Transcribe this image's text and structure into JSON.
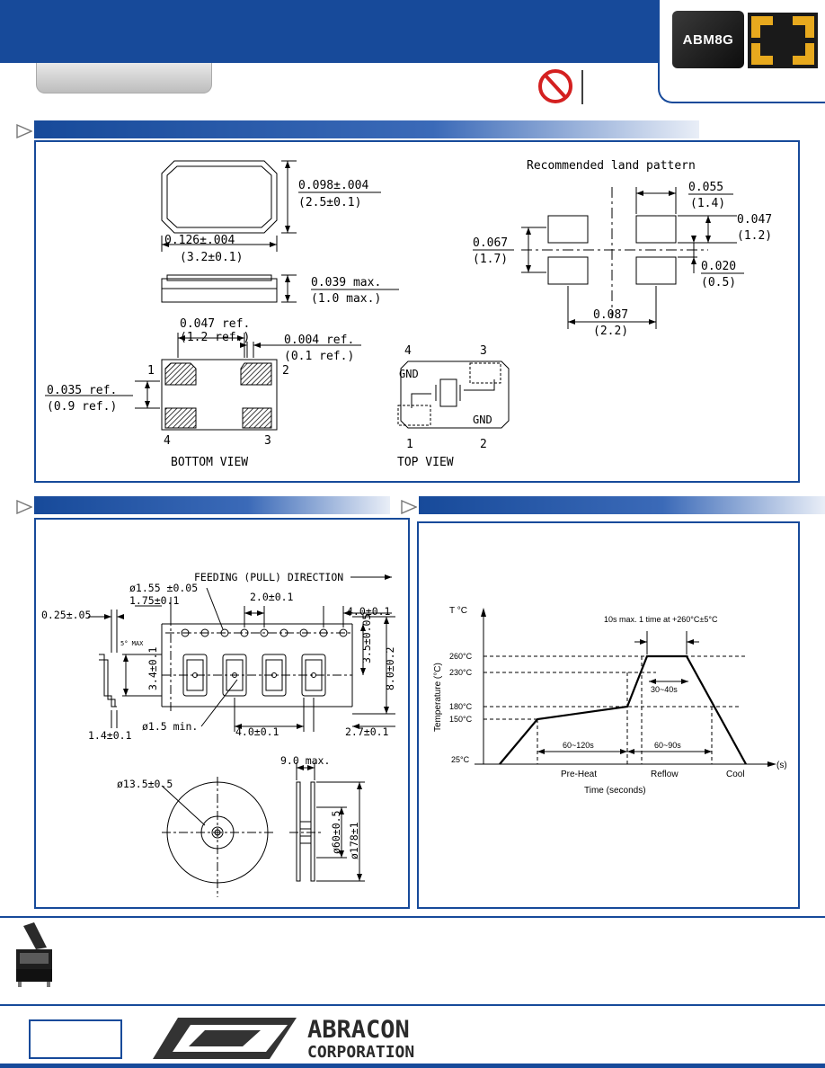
{
  "product": {
    "name": "ABM8G"
  },
  "outline": {
    "width_in": "0.126±.004",
    "width_mm": "(3.2±0.1)",
    "length_in": "0.098±.004",
    "length_mm": "(2.5±0.1)",
    "height_in": "0.039 max.",
    "height_mm": "(1.0 max.)",
    "pad_in": "0.047 ref.",
    "pad_mm": "(1.2 ref.)",
    "gap_in": "0.004 ref.",
    "gap_mm": "(0.1 ref.)",
    "pitch_in": "0.035 ref.",
    "pitch_mm": "(0.9 ref.)",
    "pin1": "1",
    "pin2": "2",
    "pin3": "3",
    "pin4": "4",
    "bottom_view": "BOTTOM VIEW",
    "top_view": "TOP VIEW",
    "gnd": "GND"
  },
  "land_pattern": {
    "title": "Recommended land pattern",
    "d1_in": "0.055",
    "d1_mm": "(1.4)",
    "d2_in": "0.047",
    "d2_mm": "(1.2)",
    "d3_in": "0.067",
    "d3_mm": "(1.7)",
    "d4_in": "0.020",
    "d4_mm": "(0.5)",
    "d5_in": "0.087",
    "d5_mm": "(2.2)"
  },
  "tape": {
    "feed": "FEEDING (PULL) DIRECTION",
    "hole_dia": "ø1.55 ±0.05",
    "edge": "1.75±0.1",
    "pitch2": "2.0±0.1",
    "pitch4_top": "4.0±0.1",
    "thick": "0.25±.05",
    "angle": "5° MAX",
    "pocket": "3.4±0.1",
    "pocket_w": "3.5±0.05",
    "tape_w": "8.0±0.2",
    "t1": "1.4±0.1",
    "min_hole": "ø1.5 min.",
    "pitch4_bot": "4.0±0.1",
    "p27": "2.7±0.1",
    "reel_width": "9.0 max.",
    "hub": "ø13.5±0.5",
    "core": "ø60±0.5",
    "reel": "ø178±1"
  },
  "reflow": {
    "y_axis_unit": "T °C",
    "y_label": "Temperature (°C)",
    "peak_note": "10s max. 1 time at +260°C±5°C",
    "t260": "260°C",
    "t230": "230°C",
    "t180": "180°C",
    "t150": "150°C",
    "t25": "25°C",
    "dwell": "30~40s",
    "preheat_time": "60~120s",
    "reflow_time": "60~90s",
    "preheat": "Pre-Heat",
    "reflow_label": "Reflow",
    "cool": "Cool",
    "x_unit": "(s)",
    "x_label": "Time (seconds)"
  },
  "logo": {
    "line1": "ABRACON",
    "line2": "CORPORATION"
  },
  "colors": {
    "brand_blue": "#174a9a"
  }
}
